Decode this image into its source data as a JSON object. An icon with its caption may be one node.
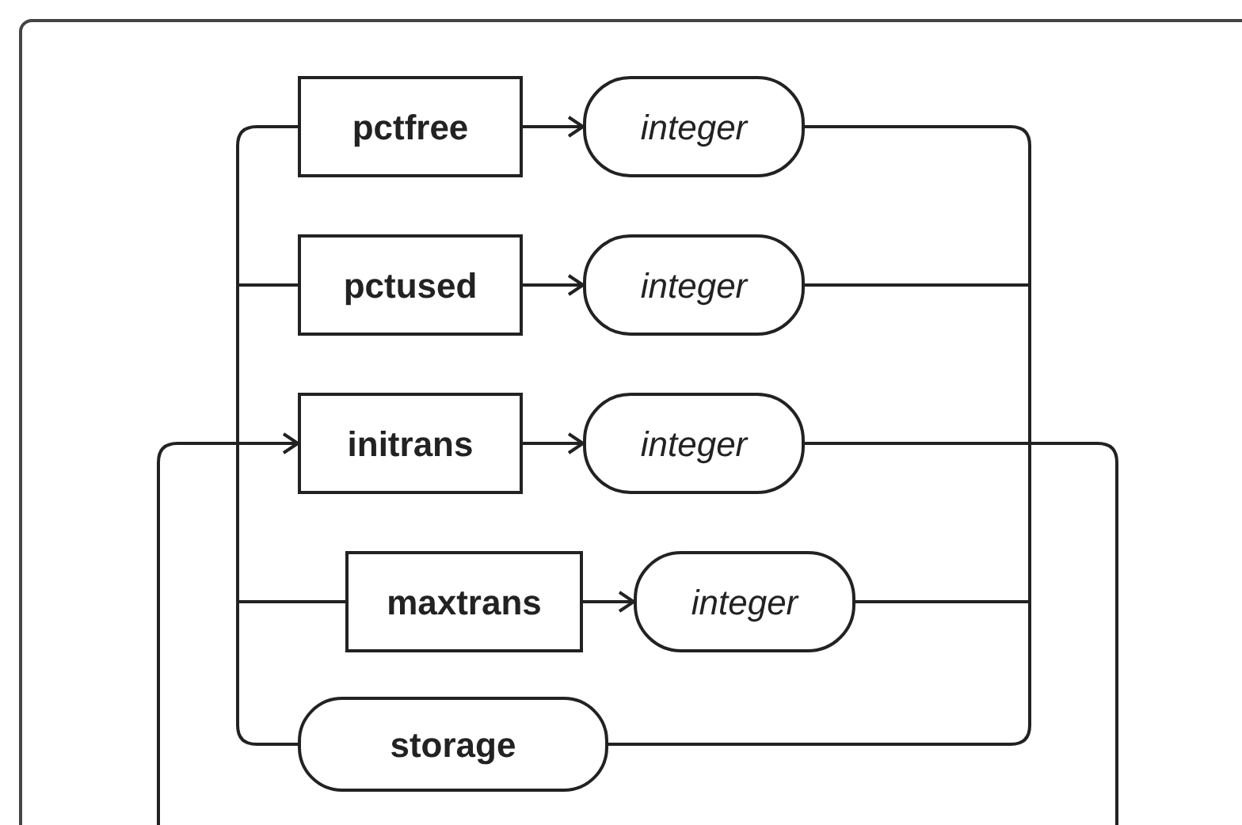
{
  "diagram": {
    "nodes": [
      {
        "text": [
          "pctfree"
        ]
      },
      {
        "text": [
          "integer"
        ]
      },
      {
        "text": [
          "pctused"
        ]
      },
      {
        "text": [
          "integer"
        ]
      },
      {
        "text": [
          "initrans"
        ]
      },
      {
        "text": [
          "integer"
        ]
      },
      {
        "text": [
          "maxtrans"
        ]
      },
      {
        "text": [
          "integer"
        ]
      },
      {
        "text": [
          "storage"
        ]
      }
    ],
    "edges": [
      {
        "from": 0,
        "to": 1,
        "arrow": "to"
      },
      {
        "from": 2,
        "to": 3,
        "arrow": "to"
      },
      {
        "from": 4,
        "to": 5,
        "arrow": "to"
      },
      {
        "from": 6,
        "to": 7,
        "arrow": "to"
      },
      {
        "from": null,
        "to": 0,
        "arrow": "none"
      },
      {
        "from": null,
        "to": 2,
        "arrow": "none"
      },
      {
        "from": null,
        "to": 4,
        "arrow": "to"
      },
      {
        "from": null,
        "to": 6,
        "arrow": "none"
      },
      {
        "from": null,
        "to": 8,
        "arrow": "none"
      },
      {
        "from": 1,
        "to": null,
        "arrow": "none"
      },
      {
        "from": 3,
        "to": null,
        "arrow": "none"
      },
      {
        "from": 5,
        "to": null,
        "arrow": "none"
      },
      {
        "from": 7,
        "to": null,
        "arrow": "none"
      },
      {
        "from": 8,
        "to": null,
        "arrow": "none"
      }
    ]
  }
}
